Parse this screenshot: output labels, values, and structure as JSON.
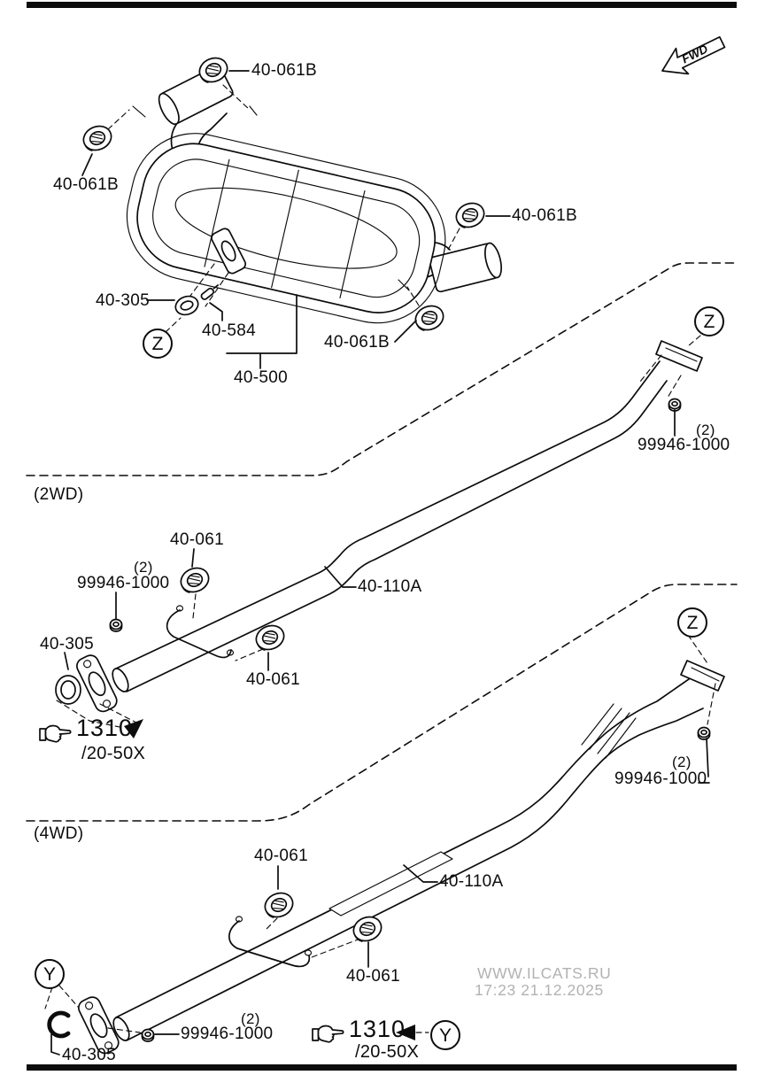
{
  "page": {
    "type": "exhaust-system-parts-diagram"
  },
  "labels": {
    "hanger_rear": "40-061B",
    "hanger_mid": "40-061",
    "gasket": "40-305",
    "bolt": "40-584",
    "main_silencer": "40-500",
    "middle_pipe": "40-110A",
    "nut": "99946-1000",
    "qty_two": "(2)",
    "section_2wd": "(2WD)",
    "section_4wd": "(4WD)",
    "ref_code": "1310",
    "ref_page": "/20-50X",
    "view_z": "Z",
    "view_y": "Y",
    "fwd": "FWD"
  },
  "watermark": {
    "line1": "WWW.ILCATS.RU",
    "line2": "17:23 21.12.2025"
  },
  "colors": {
    "ink": "#0c0c0c",
    "watermark": "#b2b2b2",
    "background": "#ffffff"
  }
}
